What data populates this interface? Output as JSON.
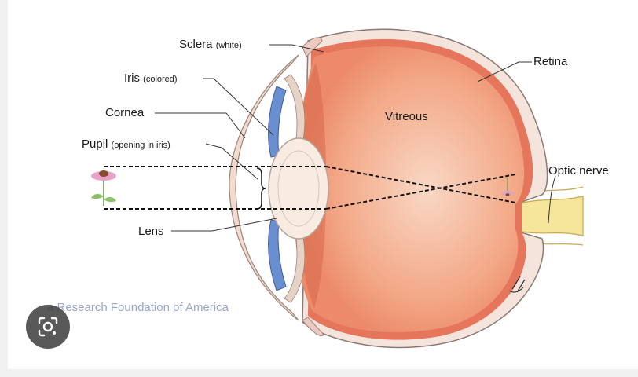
{
  "labels": {
    "sclera": "Sclera",
    "sclera_note": "(white)",
    "iris": "Iris",
    "iris_note": "(colored)",
    "cornea": "Cornea",
    "pupil": "Pupil",
    "pupil_note": "(opening in iris)",
    "lens": "Lens",
    "vitreous": "Vitreous",
    "retina": "Retina",
    "optic_nerve": "Optic nerve"
  },
  "watermark": "a Research Foundation of America",
  "lens_button": {
    "icon": "google-lens-icon"
  },
  "colors": {
    "vitreous_center": "#f7cfb8",
    "vitreous_edge": "#ee8d6c",
    "retina": "#e5765b",
    "sclera": "#f2e0d8",
    "iris": "#6a8fd1",
    "lens": "#f8eadf",
    "optic_nerve": "#f7e89a",
    "watermark": "#9aa6c9"
  }
}
